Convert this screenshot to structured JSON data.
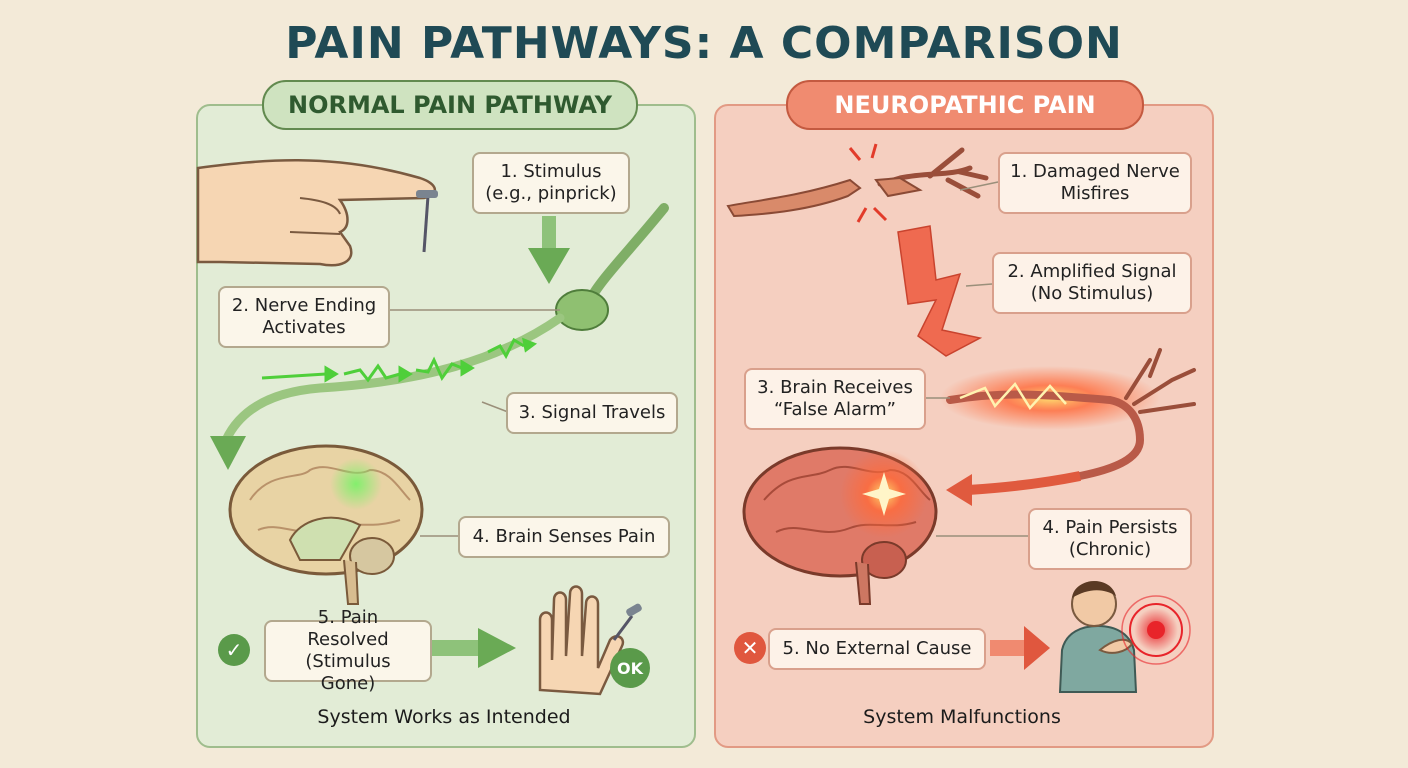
{
  "title": "PAIN PATHWAYS: A COMPARISON",
  "normal": {
    "header": "NORMAL PAIN PATHWAY",
    "step1": "1. Stimulus (e.g., pinprick)",
    "step2": "2. Nerve Ending Activates",
    "step3": "3. Signal Travels",
    "step4": "4. Brain Senses Pain",
    "step5": "5. Pain Resolved (Stimulus Gone)",
    "ok_badge": "OK",
    "footer": "System Works as Intended",
    "accent_color": "#5a9a4a"
  },
  "neuropathic": {
    "header": "NEUROPATHIC PAIN",
    "step1": "1. Damaged Nerve Misfires",
    "step2": "2. Amplified Signal (No Stimulus)",
    "step3": "3. Brain Receives “False Alarm”",
    "step4": "4. Pain Persists (Chronic)",
    "step5": "5. No External Cause",
    "footer": "System Malfunctions",
    "accent_color": "#e0573e"
  }
}
